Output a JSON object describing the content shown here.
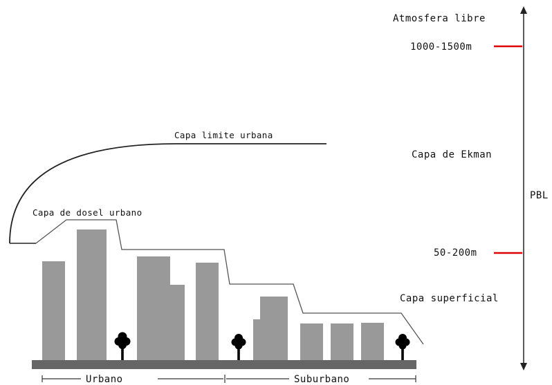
{
  "labels": {
    "free_atmosphere": "Atmosfera libre",
    "height_top": "1000-1500m",
    "urban_boundary_layer": "Capa limite urbana",
    "ekman_layer": "Capa de Ekman",
    "pbl": "PBL",
    "urban_canopy_layer": "Capa de dosel urbano",
    "height_bottom": "50-200m",
    "surface_layer": "Capa superficial",
    "urban": "Urbano",
    "suburban": "Suburbano"
  },
  "colors": {
    "building": "#999999",
    "ground": "#666666",
    "marker": "#dd0000",
    "line": "#222222",
    "tree": "#000000"
  }
}
